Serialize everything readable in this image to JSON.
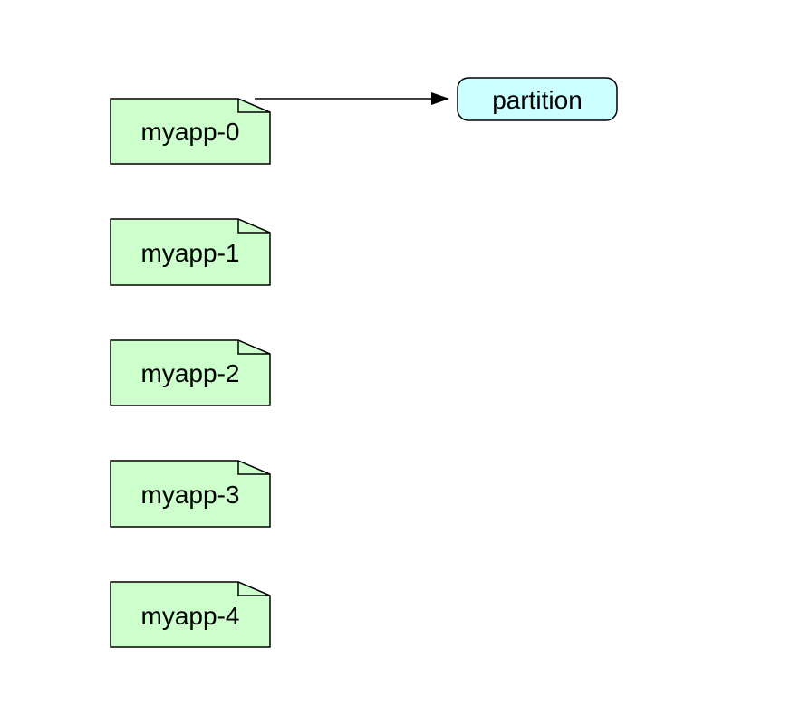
{
  "diagram": {
    "notes": [
      {
        "label": "myapp-0"
      },
      {
        "label": "myapp-1"
      },
      {
        "label": "myapp-2"
      },
      {
        "label": "myapp-3"
      },
      {
        "label": "myapp-4"
      }
    ],
    "partition": {
      "label": "partition"
    },
    "colors": {
      "note_fill": "#ccffcc",
      "partition_fill": "#ccffff",
      "stroke": "#000000",
      "background": "#ffffff"
    }
  }
}
